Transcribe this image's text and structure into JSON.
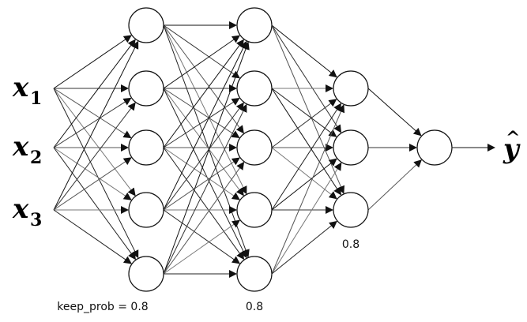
{
  "inputs": [
    {
      "letter": "x",
      "sub": "1"
    },
    {
      "letter": "x",
      "sub": "2"
    },
    {
      "letter": "x",
      "sub": "3"
    }
  ],
  "output": {
    "letter": "y",
    "hat": "^"
  },
  "layers": [
    {
      "units": 5,
      "caption": "keep_prob = 0.8"
    },
    {
      "units": 5,
      "caption": "0.8"
    },
    {
      "units": 3,
      "caption": "0.8"
    },
    {
      "units": 1,
      "caption": ""
    }
  ]
}
